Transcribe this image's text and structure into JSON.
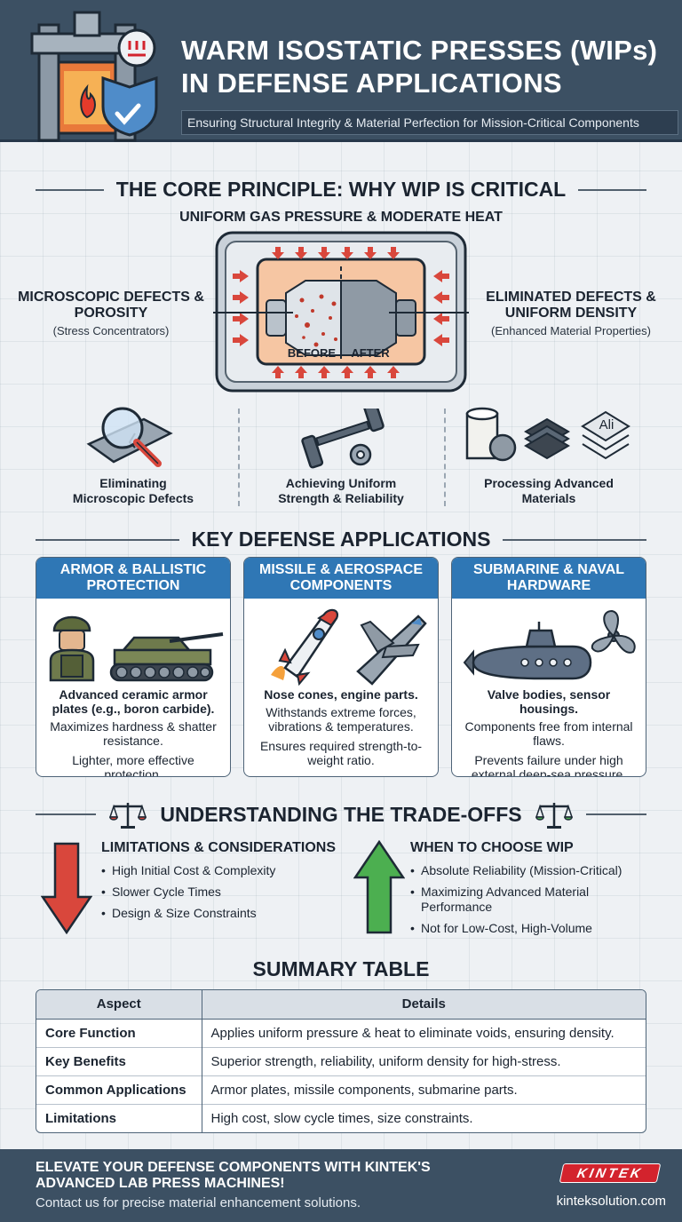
{
  "header": {
    "title_line1": "WARM ISOSTATIC PRESSES (WIPs)",
    "title_line2": "IN DEFENSE APPLICATIONS",
    "subtitle": "Ensuring Structural Integrity & Material Perfection for Mission-Critical Components"
  },
  "core": {
    "title": "THE CORE PRINCIPLE: WHY WIP IS CRITICAL",
    "subtitle": "UNIFORM GAS PRESSURE & MODERATE HEAT",
    "left_label": "MICROSCOPIC DEFECTS & POROSITY",
    "left_sub": "(Stress Concentrators)",
    "right_label": "ELIMINATED DEFECTS & UNIFORM DENSITY",
    "right_sub": "(Enhanced Material Properties)",
    "before": "BEFORE",
    "after": "AFTER",
    "features": [
      {
        "line1": "Eliminating",
        "line2": "Microscopic Defects"
      },
      {
        "line1": "Achieving Uniform",
        "line2": "Strength & Reliability"
      },
      {
        "line1": "Processing Advanced",
        "line2": "Materials"
      }
    ],
    "material_label": "Ali"
  },
  "applications": {
    "title": "KEY DEFENSE APPLICATIONS",
    "cards": [
      {
        "title": "ARMOR & BALLISTIC PROTECTION",
        "lead": "Advanced ceramic armor plates (e.g., boron carbide).",
        "p1": "Maximizes hardness & shatter resistance.",
        "p2": "Lighter, more effective protection."
      },
      {
        "title": "MISSILE & AEROSPACE COMPONENTS",
        "lead": "Nose cones, engine parts.",
        "p1": "Withstands extreme forces, vibrations & temperatures.",
        "p2": "Ensures required strength-to-weight ratio."
      },
      {
        "title": "SUBMARINE & NAVAL HARDWARE",
        "lead": "Valve bodies, sensor housings.",
        "p1": "Components free from internal flaws.",
        "p2": "Prevents failure under high external deep-sea pressure."
      }
    ]
  },
  "tradeoffs": {
    "title": "UNDERSTANDING THE TRADE-OFFS",
    "limitations_title": "LIMITATIONS & CONSIDERATIONS",
    "limitations": [
      "High Initial Cost & Complexity",
      "Slower Cycle Times",
      "Design & Size Constraints"
    ],
    "when_title": "WHEN TO CHOOSE WIP",
    "when": [
      "Absolute Reliability (Mission-Critical)",
      "Maximizing Advanced Material Performance",
      "Not for Low-Cost, High-Volume"
    ]
  },
  "summary": {
    "title": "SUMMARY TABLE",
    "headers": [
      "Aspect",
      "Details"
    ],
    "rows": [
      [
        "Core Function",
        "Applies uniform pressure & heat to eliminate voids, ensuring density."
      ],
      [
        "Key Benefits",
        "Superior strength, reliability, uniform density for high-stress."
      ],
      [
        "Common Applications",
        "Armor plates, missile components, submarine parts."
      ],
      [
        "Limitations",
        "High cost, slow cycle times, size constraints."
      ]
    ]
  },
  "footer": {
    "headline_line1": "ELEVATE YOUR DEFENSE COMPONENTS WITH KINTEK'S",
    "headline_line2": "ADVANCED LAB PRESS MACHINES!",
    "sub": "Contact us for precise material enhancement solutions.",
    "logo": "KINTEK",
    "website": "kinteksolution.com"
  },
  "colors": {
    "header_bg": "#3c5063",
    "card_header": "#2f77b5",
    "down_arrow": "#d9473c",
    "up_arrow": "#4caf50",
    "logo_red": "#d3232d"
  }
}
